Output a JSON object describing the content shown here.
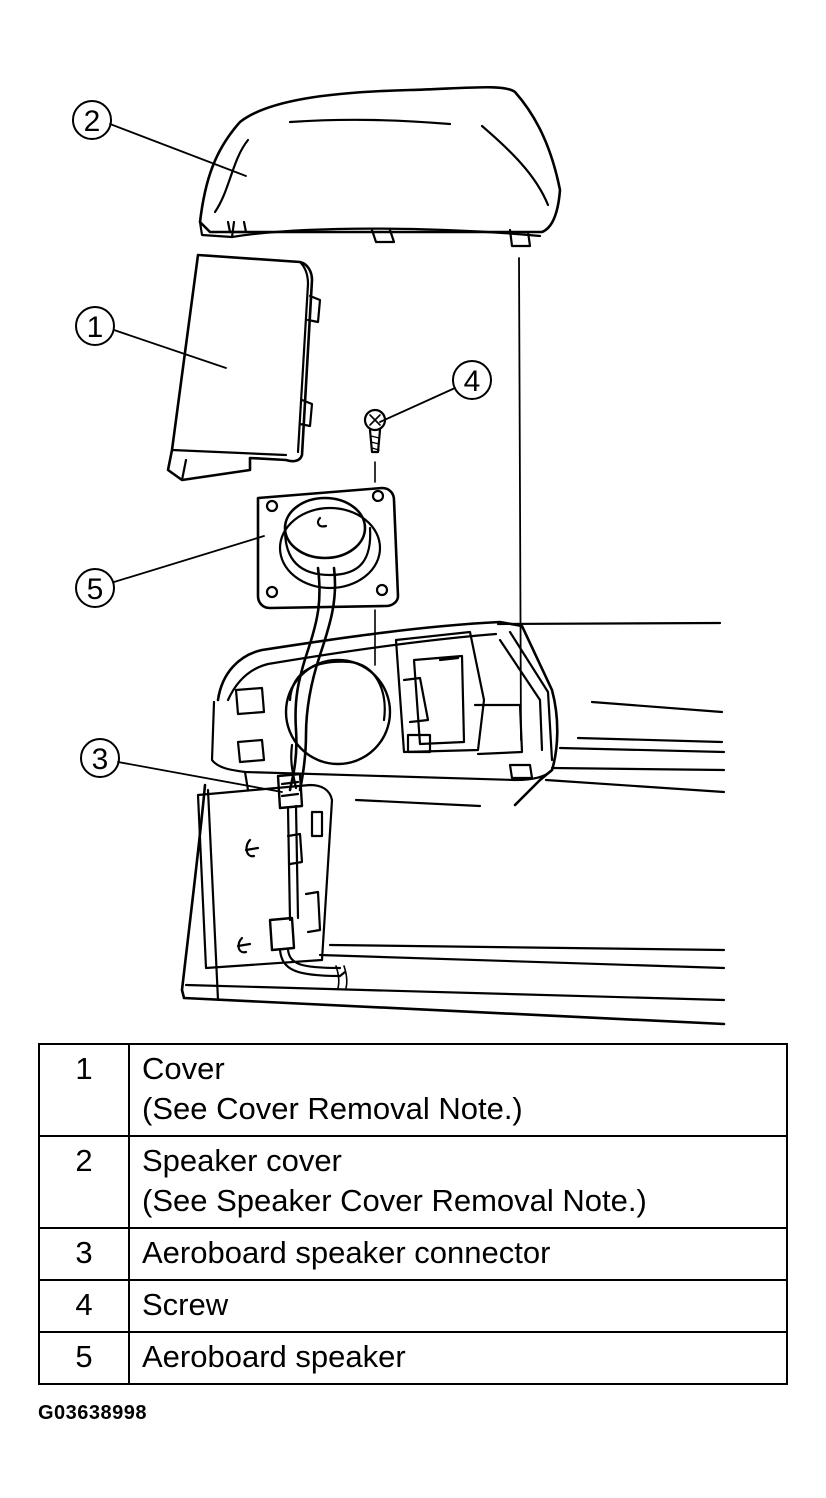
{
  "callouts": [
    "1",
    "2",
    "3",
    "4",
    "5"
  ],
  "parts": [
    {
      "number": "1",
      "name": "Cover",
      "note": "(See Cover Removal Note.)"
    },
    {
      "number": "2",
      "name": "Speaker cover",
      "note": "(See Speaker Cover Removal Note.)"
    },
    {
      "number": "3",
      "name": "Aeroboard speaker connector",
      "note": ""
    },
    {
      "number": "4",
      "name": "Screw",
      "note": ""
    },
    {
      "number": "5",
      "name": "Aeroboard speaker",
      "note": ""
    }
  ],
  "figure_id": "G03638998",
  "colors": {
    "ink": "#000000",
    "paper": "#ffffff"
  }
}
